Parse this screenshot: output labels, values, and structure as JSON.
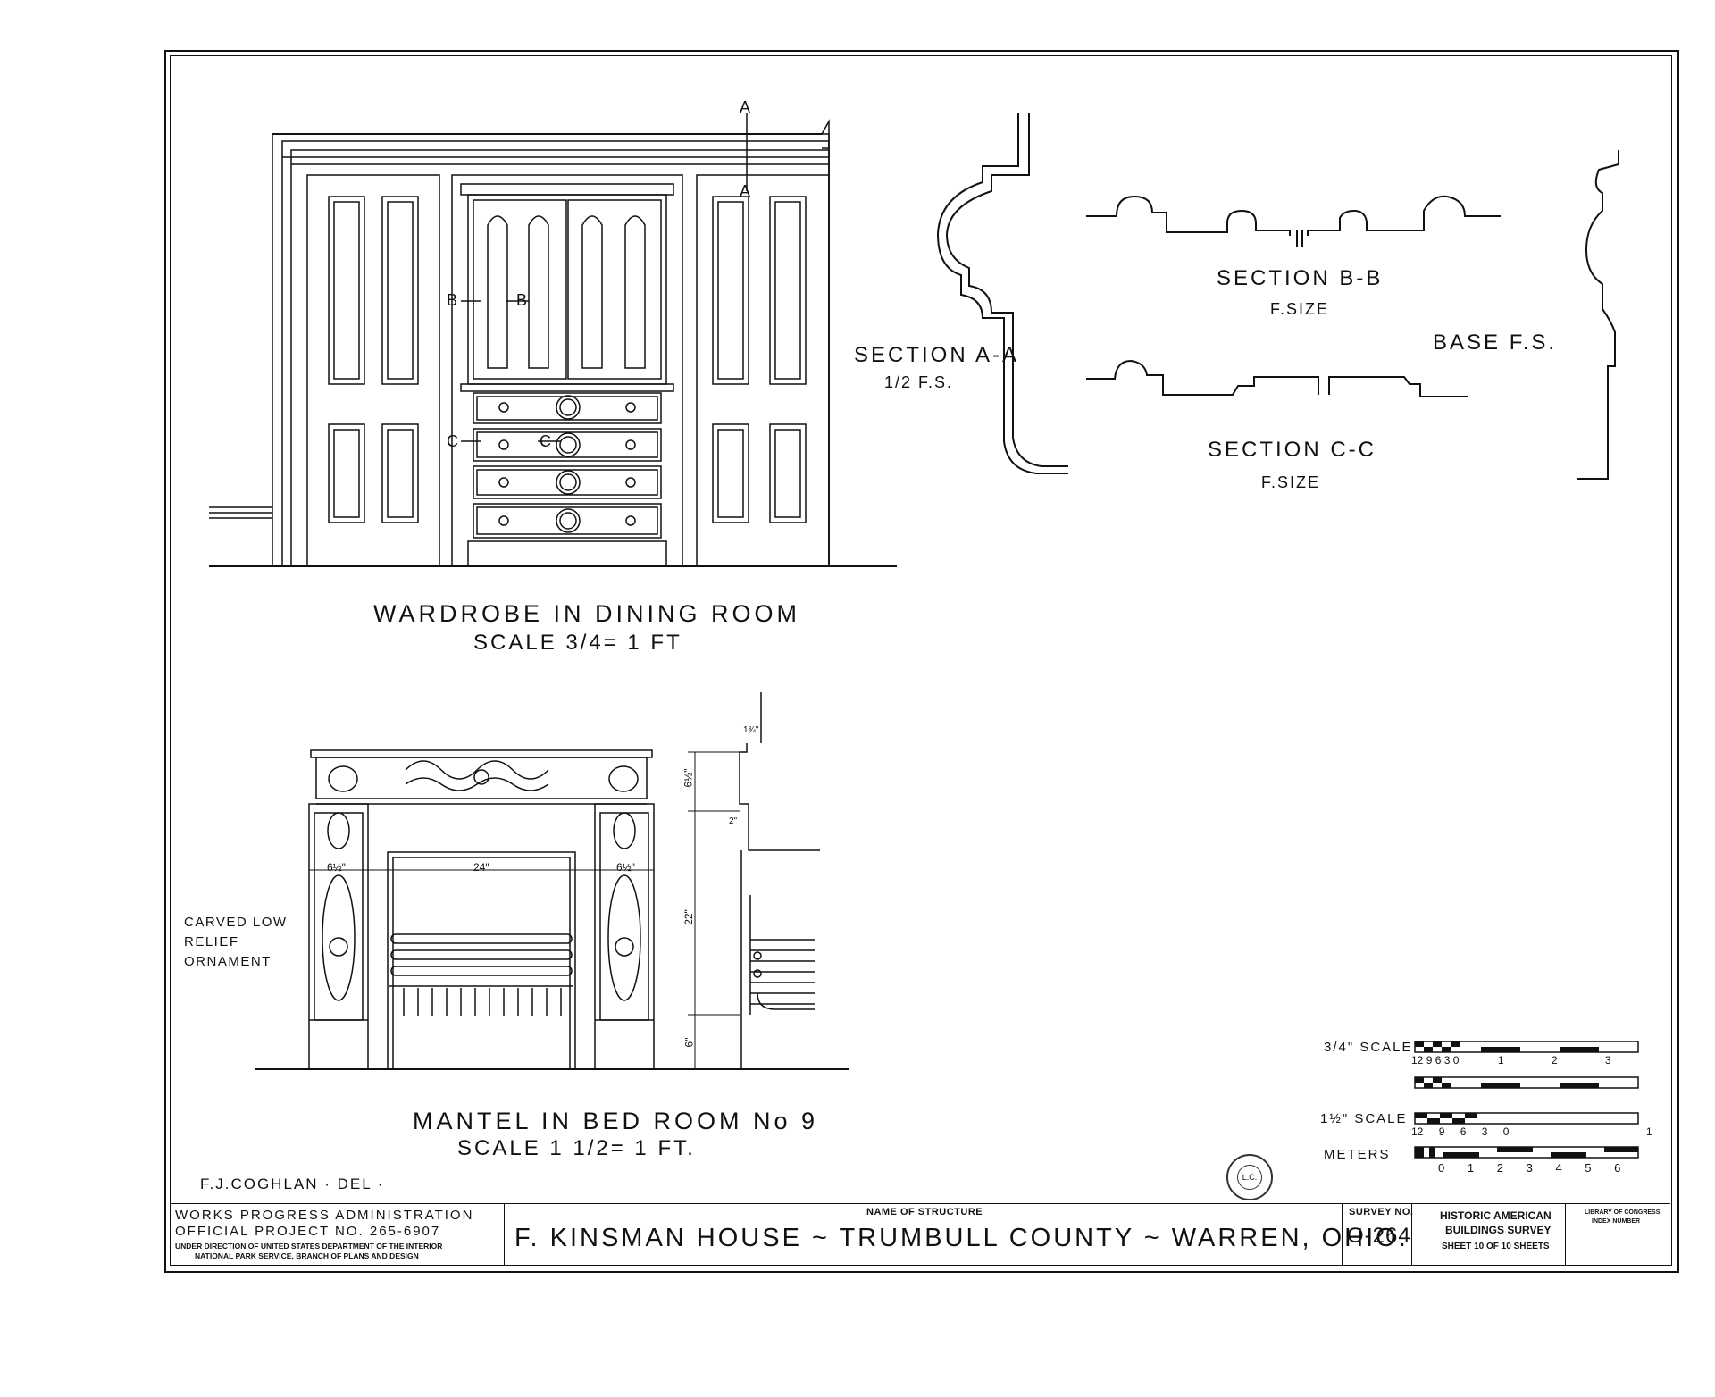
{
  "wardrobe": {
    "title": "WARDROBE IN DINING ROOM",
    "scale": "SCALE 3/4= 1 FT",
    "marks": {
      "a_top": "A",
      "a_bottom": "A",
      "b_left": "B",
      "b_right": "B",
      "c_left": "C",
      "c_right": "C"
    }
  },
  "section_aa": {
    "title": "SECTION A-A",
    "scale": "1/2 F.S."
  },
  "section_bb": {
    "title": "SECTION B-B",
    "scale": "F.SIZE"
  },
  "section_cc": {
    "title": "SECTION C-C",
    "scale": "F.SIZE"
  },
  "base": {
    "title": "BASE F.S."
  },
  "mantel": {
    "title": "MANTEL IN BED ROOM No 9",
    "scale": "SCALE 1 1/2= 1 FT.",
    "note": "CARVED LOW RELIEF ORNAMENT",
    "dims": {
      "left_pilaster": "6½\"",
      "opening": "24\"",
      "right_pilaster": "6½\"",
      "frieze": "6½\"",
      "height": "22\"",
      "base": "6\"",
      "shelf": "1¾\"",
      "ledge": "2\""
    }
  },
  "scales": {
    "three_quarter": {
      "label": "3/4\" SCALE",
      "ticks": [
        "12",
        "9",
        "6",
        "3",
        "0",
        "1",
        "2",
        "3"
      ]
    },
    "one_half": {
      "label": "1½\" SCALE",
      "ticks": [
        "12",
        "9",
        "6",
        "3",
        "0",
        "1"
      ]
    },
    "meters": {
      "label": "METERS",
      "ticks": [
        "0",
        "1",
        "2",
        "3",
        "4",
        "5",
        "6"
      ]
    }
  },
  "delineator": "F.J.COGHLAN · DEL ·",
  "stamp_text": "L.C.",
  "title_block": {
    "agency_line1": "WORKS PROGRESS ADMINISTRATION",
    "agency_line2": "OFFICIAL PROJECT NO. 265-6907",
    "agency_line3": "UNDER DIRECTION OF UNITED STATES DEPARTMENT OF THE INTERIOR",
    "agency_line4": "NATIONAL PARK SERVICE, BRANCH OF PLANS AND DESIGN",
    "name_label": "NAME OF STRUCTURE",
    "name": "F. KINSMAN HOUSE ~ TRUMBULL COUNTY ~ WARREN, OHIO.",
    "survey_label": "SURVEY NO.",
    "survey_no": "O-264",
    "habs_line1": "HISTORIC AMERICAN",
    "habs_line2": "BUILDINGS SURVEY",
    "sheet": "SHEET 10 OF 10 SHEETS",
    "loc_line1": "LIBRARY OF CONGRESS",
    "loc_line2": "INDEX NUMBER"
  }
}
